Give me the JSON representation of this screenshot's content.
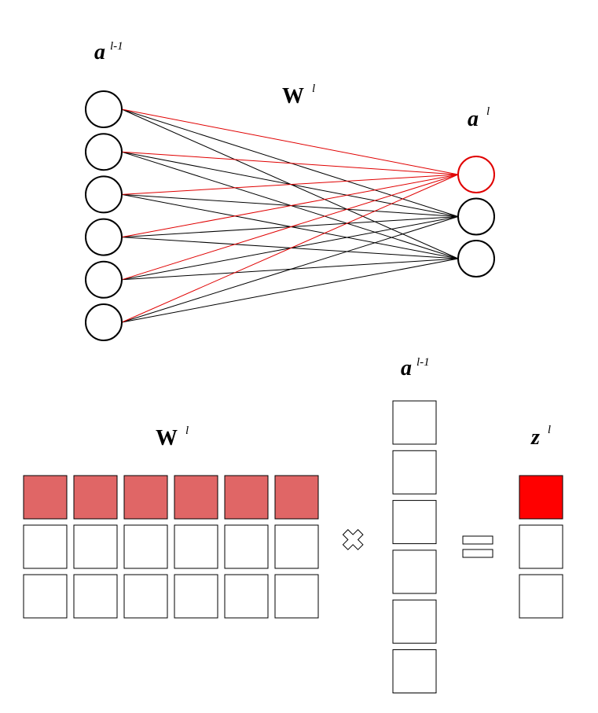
{
  "labels": {
    "a_prev_top": {
      "base": "a",
      "sup": "l-1"
    },
    "w_top": {
      "base": "W",
      "sup": "l"
    },
    "a_cur": {
      "base": "a",
      "sup": "l"
    },
    "a_prev_bottom": {
      "base": "a",
      "sup": "l-1"
    },
    "w_bottom": {
      "base": "W",
      "sup": "l"
    },
    "z": {
      "base": "z",
      "sup": "l"
    }
  },
  "network": {
    "input_layer_size": 6,
    "output_layer_size": 3,
    "highlighted_output_index": 0
  },
  "matrix": {
    "weight_rows": 3,
    "weight_cols": 6,
    "highlighted_row": 0,
    "vector_length": 6,
    "result_length": 3,
    "highlighted_result_index": 0
  },
  "operators": {
    "multiply": "times-icon",
    "equals": "equals-icon"
  },
  "colors": {
    "highlight_line": "#e00000",
    "highlight_row_fill": "#e06666",
    "highlight_result_fill": "#ff0000",
    "stroke": "#000000"
  }
}
